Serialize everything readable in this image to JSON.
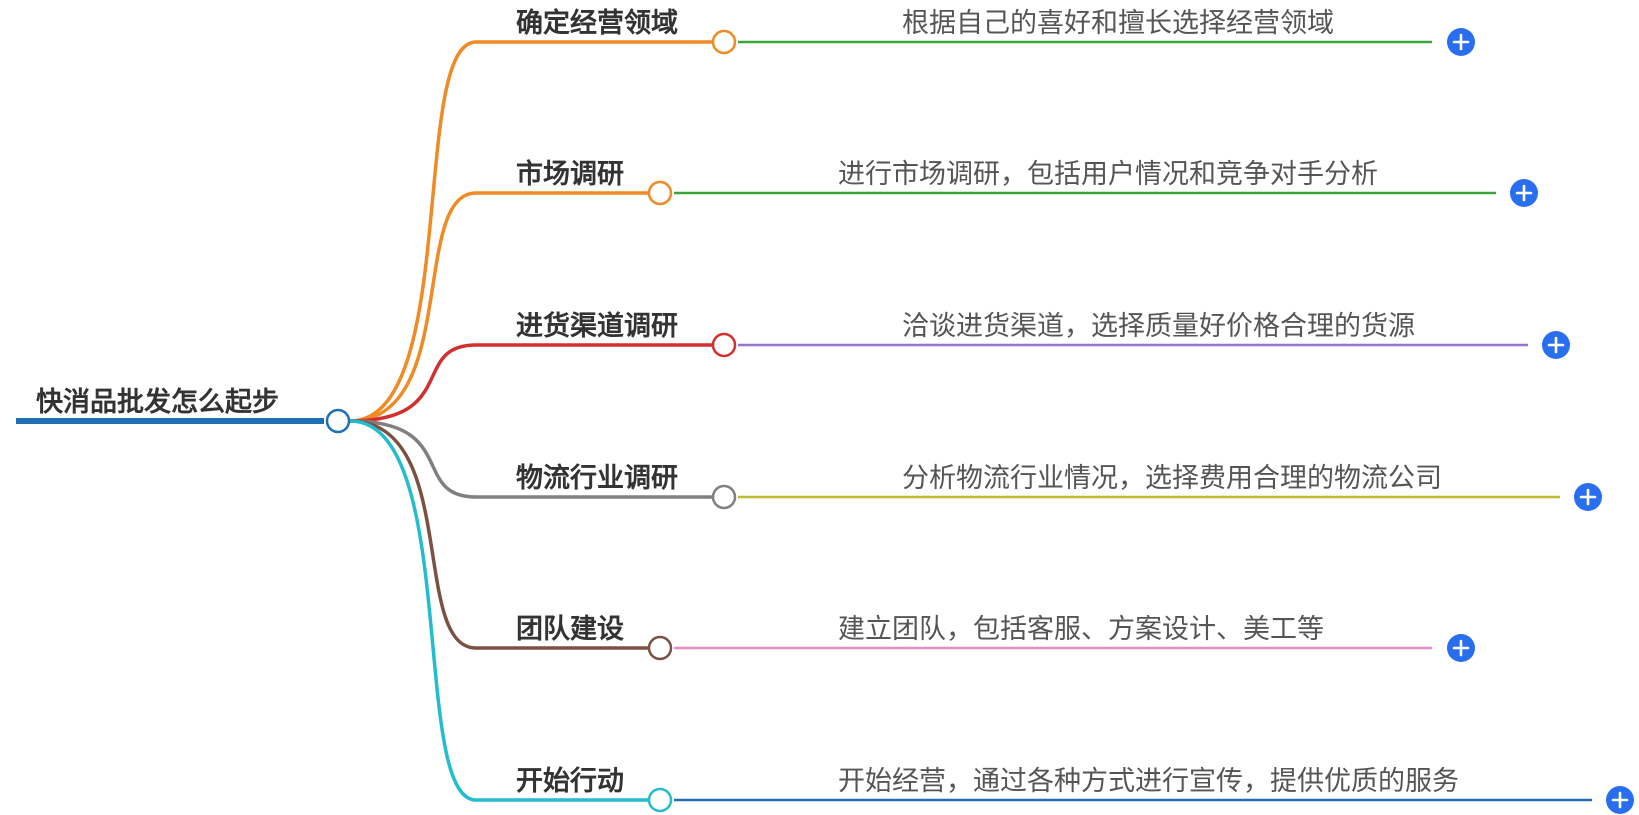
{
  "root": {
    "label": "快消品批发怎么起步"
  },
  "branches": [
    {
      "label": "确定经营领域",
      "branch_color": "#f08a24",
      "leaf_color": "#3aa53a",
      "leaf": "根据自己的喜好和擅长选择经营领域"
    },
    {
      "label": "市场调研",
      "branch_color": "#f08a24",
      "leaf_color": "#3aa53a",
      "leaf": "进行市场调研，包括用户情况和竞争对手分析"
    },
    {
      "label": "进货渠道调研",
      "branch_color": "#d32f2f",
      "leaf_color": "#9575cd",
      "leaf": "洽谈进货渠道，选择质量好价格合理的货源"
    },
    {
      "label": "物流行业调研",
      "branch_color": "#808080",
      "leaf_color": "#c0b82e",
      "leaf": "分析物流行业情况，选择费用合理的物流公司"
    },
    {
      "label": "团队建设",
      "branch_color": "#7b5142",
      "leaf_color": "#e88ac8",
      "leaf": "建立团队，包括客服、方案设计、美工等"
    },
    {
      "label": "开始行动",
      "branch_color": "#26bcd0",
      "leaf_color": "#1f6fb5",
      "leaf": "开始经营，通过各种方式进行宣传，提供优质的服务"
    }
  ],
  "colors": {
    "root_line": "#1f6fb5",
    "expand_button": "#2a6ef0"
  },
  "icons": {
    "expand": "plus-circle-icon"
  }
}
